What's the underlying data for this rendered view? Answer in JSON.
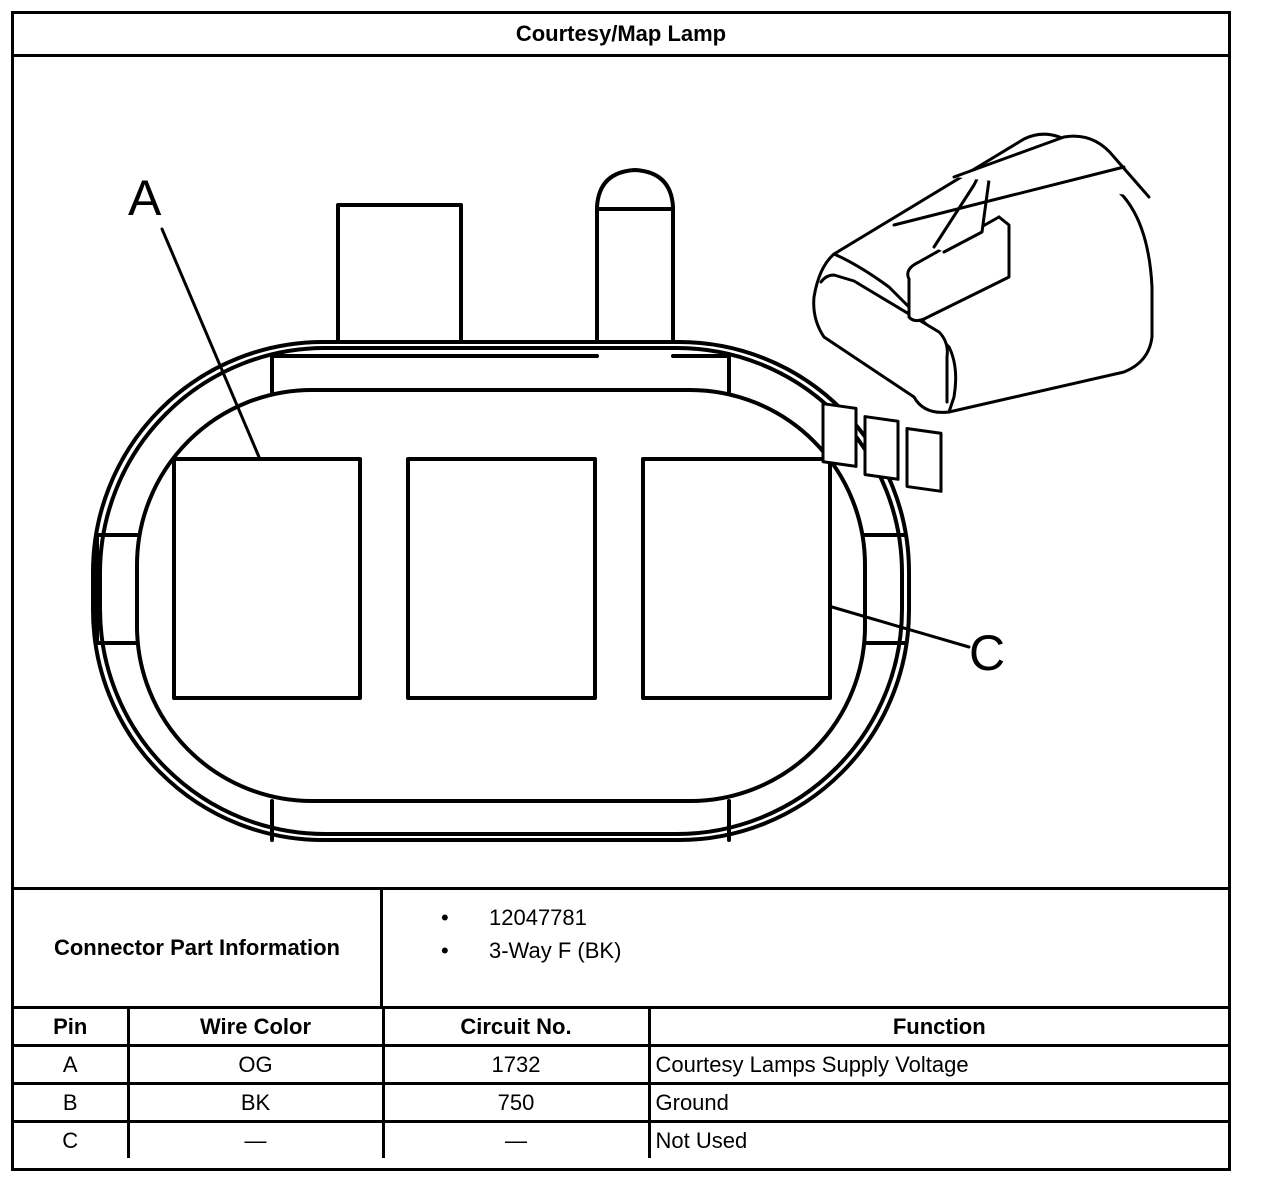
{
  "title": "Courtesy/Map Lamp",
  "diagram": {
    "callouts": [
      "A",
      "C"
    ]
  },
  "connector_info": {
    "label": "Connector Part Information",
    "items": [
      "12047781",
      "3-Way F (BK)"
    ],
    "bullet": "•"
  },
  "pin_table": {
    "headers": [
      "Pin",
      "Wire Color",
      "Circuit No.",
      "Function"
    ],
    "rows": [
      [
        "A",
        "OG",
        "1732",
        "Courtesy Lamps Supply Voltage"
      ],
      [
        "B",
        "BK",
        "750",
        "Ground"
      ],
      [
        "C",
        "—",
        "—",
        "Not Used"
      ]
    ]
  }
}
